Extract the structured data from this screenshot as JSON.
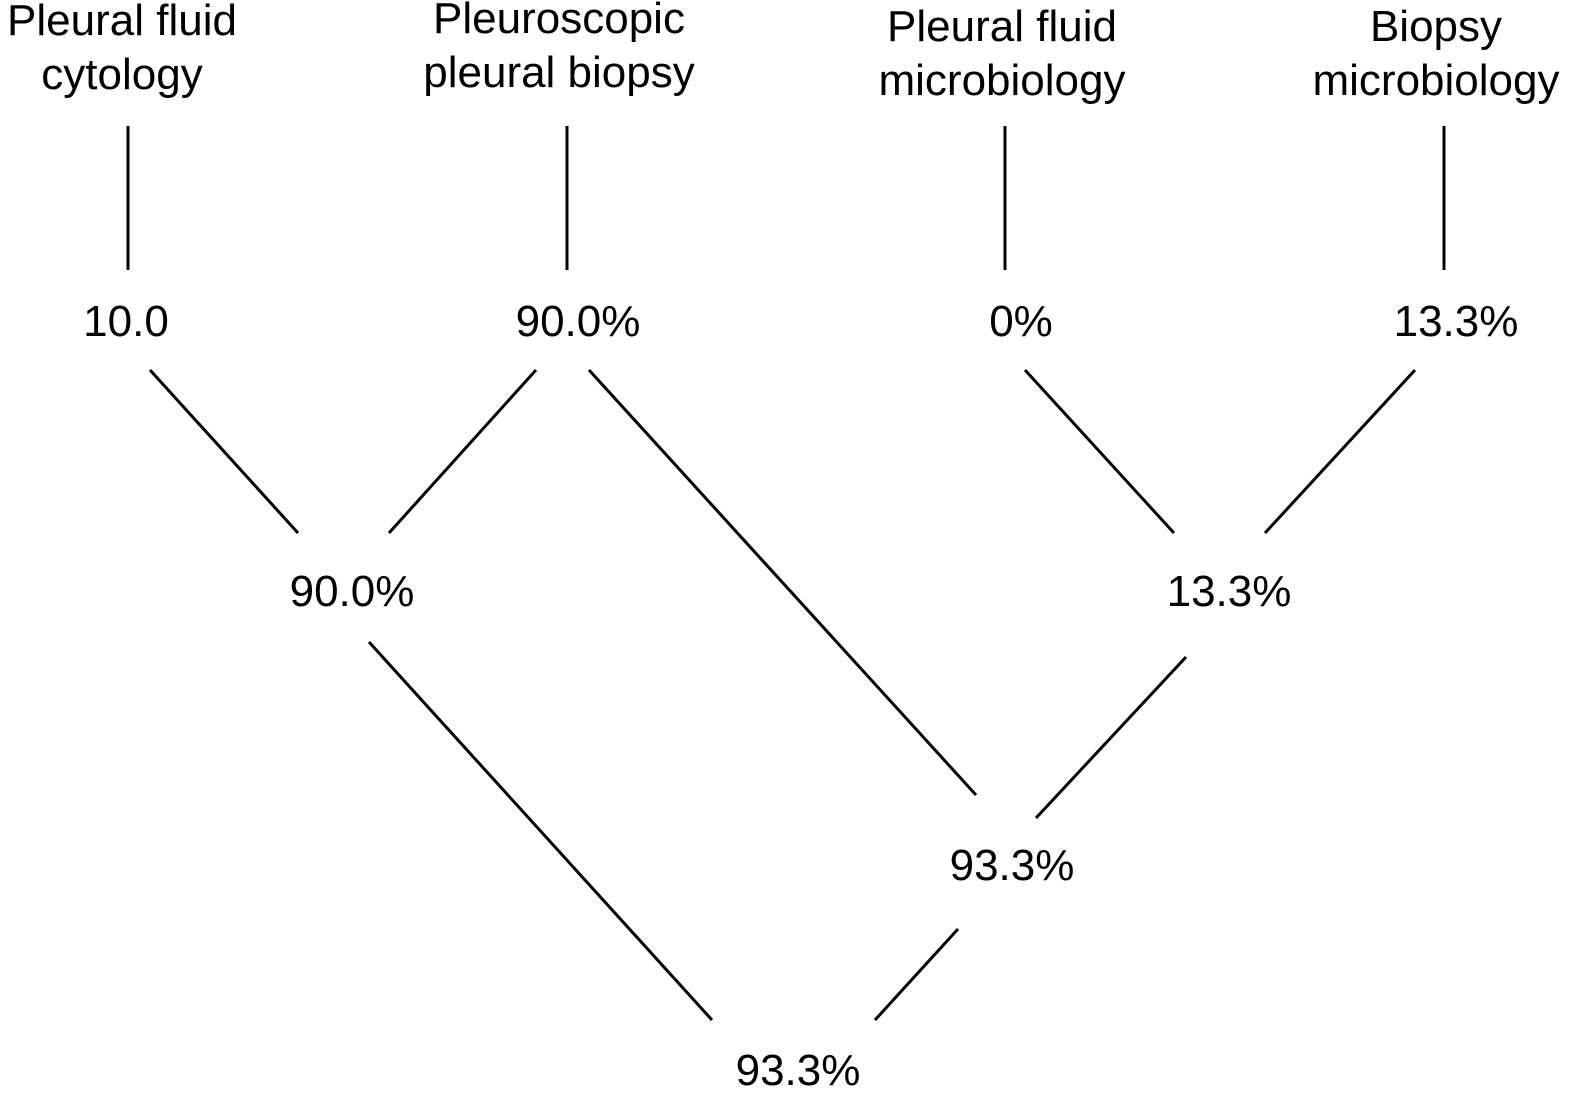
{
  "sources": [
    {
      "line1": "Pleural fluid",
      "line2": "cytology"
    },
    {
      "line1": "Pleuroscopic",
      "line2": "pleural biopsy"
    },
    {
      "line1": "Pleural fluid",
      "line2": "microbiology"
    },
    {
      "line1": "Biopsy",
      "line2": "microbiology"
    }
  ],
  "values": {
    "cytology": "10.0",
    "biopsy": "90.0%",
    "fluid_micro": "0%",
    "biopsy_micro": "13.3%",
    "cytology_plus_biopsy": "90.0%",
    "micro_combined": "13.3%",
    "biopsy_plus_micro": "93.3%",
    "all_combined": "93.3%"
  },
  "colors": {
    "ink": "#000000",
    "background": "#ffffff"
  }
}
